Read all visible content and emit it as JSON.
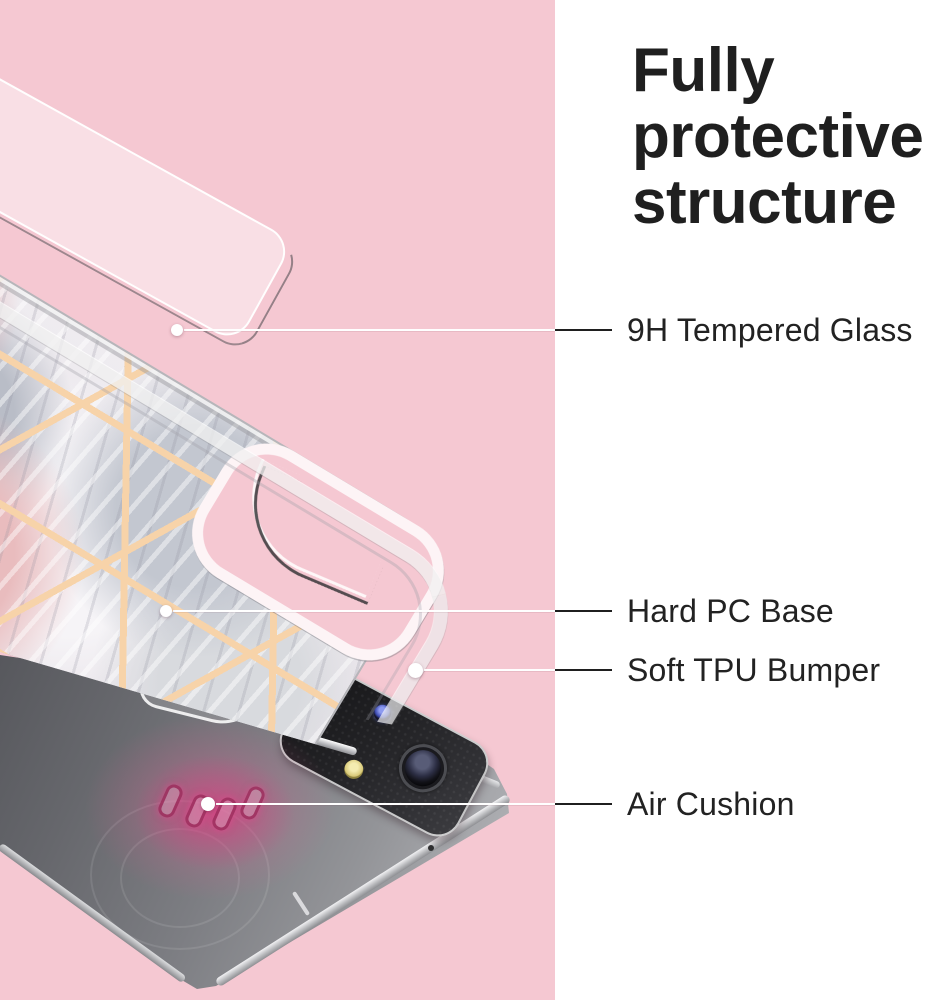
{
  "headline": {
    "line1": "Fully",
    "line2": "protective",
    "line3": "structure"
  },
  "callouts": [
    {
      "label": "9H Tempered Glass"
    },
    {
      "label": "Hard PC Base"
    },
    {
      "label": "Soft TPU Bumper"
    },
    {
      "label": "Air Cushion"
    }
  ],
  "colors": {
    "pink_panel": "#f5c8d2",
    "white_panel": "#ffffff",
    "headline_text": "#1f1f1f",
    "label_text": "#222222",
    "leader_light": "#ffffff",
    "leader_dark": "#1f1f1f",
    "glow_pink": "#e85590",
    "peach_line": "#f7d3a9"
  }
}
